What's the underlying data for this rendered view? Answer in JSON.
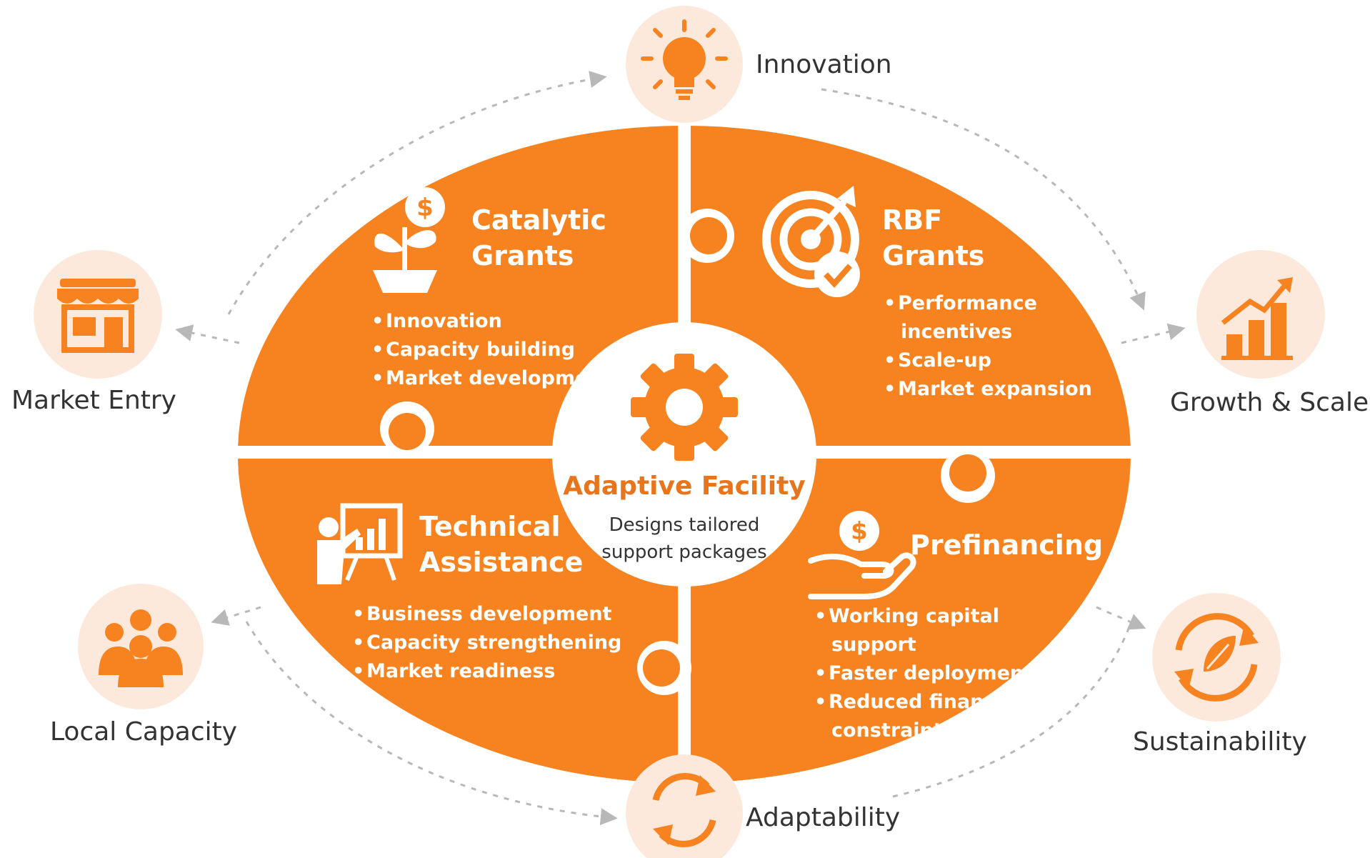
{
  "colors": {
    "orange": "#f6831f",
    "light_peach": "#fde9dc",
    "connector_gray": "#b8b8b8",
    "label_dark": "#333333",
    "center_title": "#e8741c"
  },
  "center": {
    "icon": "gear-icon",
    "title": "Adaptive Facility",
    "subtitle_line1": "Designs tailored",
    "subtitle_line2": "support packages"
  },
  "quadrants": {
    "catalytic": {
      "icon": "plant-coin-icon",
      "title_line1": "Catalytic",
      "title_line2": "Grants",
      "items": [
        "Innovation",
        "Capacity building",
        "Market development"
      ]
    },
    "rbf": {
      "icon": "target-check-icon",
      "title_line1": "RBF",
      "title_line2": "Grants",
      "items": [
        "Performance",
        "incentives",
        "Scale-up",
        "Market expansion"
      ]
    },
    "technical": {
      "icon": "presenter-chart-icon",
      "title_line1": "Technical",
      "title_line2": "Assistance",
      "items": [
        "Business development",
        "Capacity strengthening",
        "Market readiness"
      ]
    },
    "prefinancing": {
      "icon": "hand-coin-icon",
      "title": "Prefinancing",
      "items": [
        "Working capital",
        "support",
        "Faster deployment",
        "Reduced financing",
        "constraints"
      ]
    }
  },
  "outcomes": {
    "innovation": {
      "label": "Innovation",
      "icon": "lightbulb-icon"
    },
    "growth": {
      "label": "Growth & Scale",
      "icon": "growth-chart-icon"
    },
    "sustainability": {
      "label": "Sustainability",
      "icon": "leaf-cycle-icon"
    },
    "adaptability": {
      "label": "Adaptability",
      "icon": "refresh-icon"
    },
    "local_capacity": {
      "label": "Local Capacity",
      "icon": "people-group-icon"
    },
    "market_entry": {
      "label": "Market Entry",
      "icon": "storefront-icon"
    }
  }
}
